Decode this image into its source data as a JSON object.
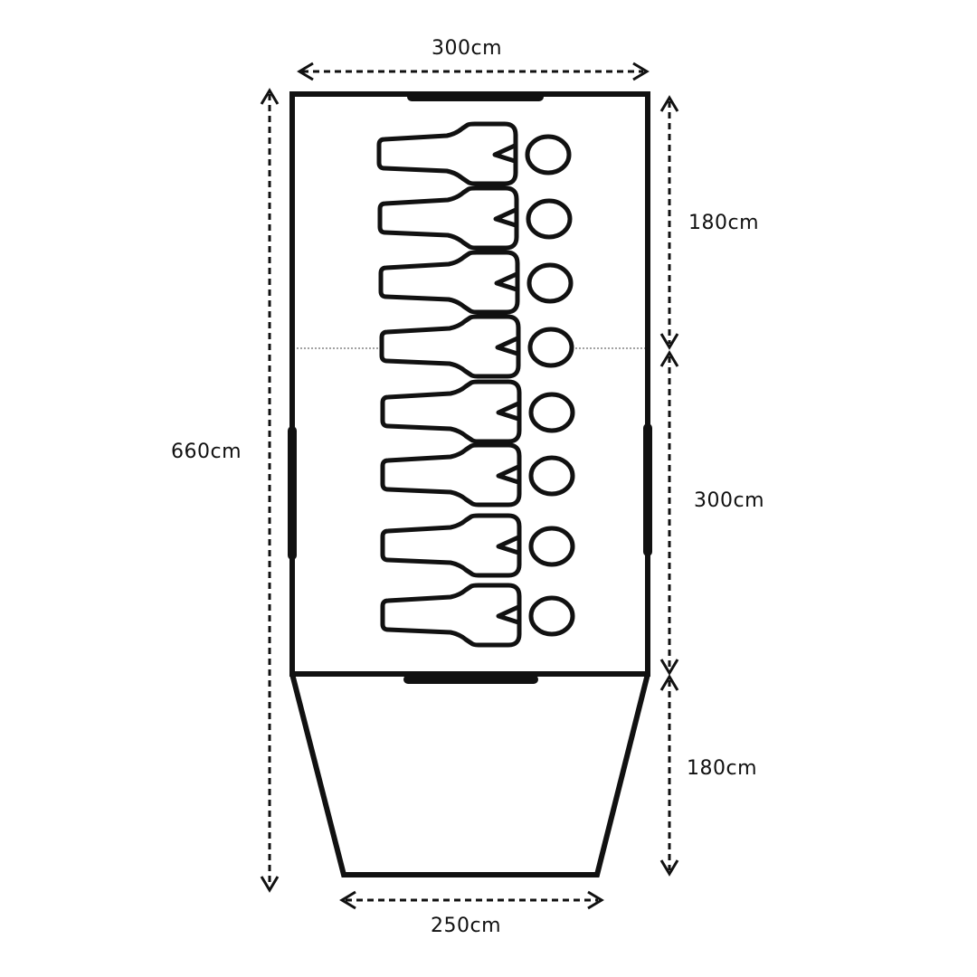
{
  "diagram": {
    "stroke_color": "#111111",
    "sleeping_bag_count": 8,
    "dimensions": {
      "top_width": "300cm",
      "total_length": "660cm",
      "right_upper": "180cm",
      "right_middle": "300cm",
      "right_lower": "180cm",
      "bottom_width": "250cm"
    }
  }
}
